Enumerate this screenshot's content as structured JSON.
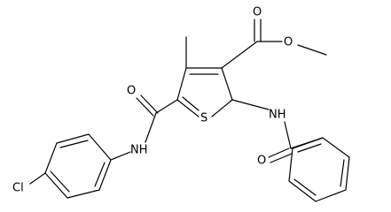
{
  "molecule": {
    "atoms": {
      "O_ester_carbonyl": "O",
      "O_ester_methoxy": "O",
      "O_amide_left": "O",
      "N_amide_left": "NH",
      "S_ring": "S",
      "N_benzamide": "NH",
      "O_benzamide": "O",
      "Cl_aryl": "Cl"
    },
    "colors": {
      "bond": "#000000",
      "text": "#000000",
      "background": "#ffffff"
    }
  }
}
